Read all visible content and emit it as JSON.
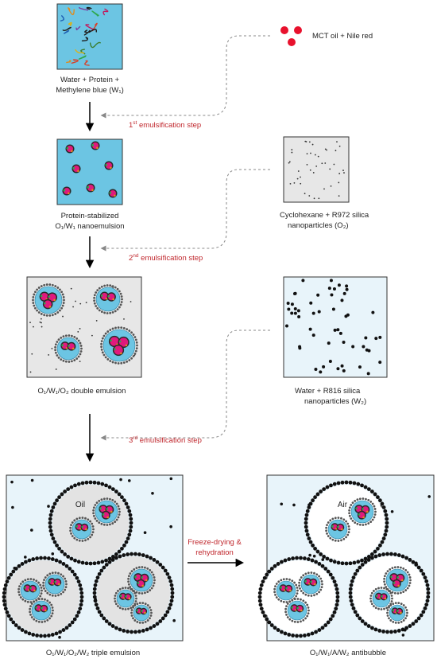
{
  "colors": {
    "water": "#6cc5e3",
    "silica_panel": "#e7e7e7",
    "triple_panel": "#e8f4fa",
    "oil_drop": "#e3e3e3",
    "oil_core": "#e0197d",
    "step_text": "#c0272d"
  },
  "panels": {
    "w1": {
      "label_line1": "Water + Protein +",
      "label_line2": "Methylene blue (W₁)"
    },
    "o1w1": {
      "label_line1": "Protein-stabilized",
      "label_line2": "O₁/W₁ nanoemulsion"
    },
    "double": {
      "label": "O₁/W₁/O₂ double emulsion"
    },
    "triple": {
      "label": "O₁/W₁/O₂/W₂ triple emulsion",
      "inner_label": "Oil"
    },
    "antibubble": {
      "label": "O₁/W₁/A/W₂ antibubble",
      "inner_label": "Air"
    }
  },
  "inputs": {
    "mct": {
      "label": "MCT oil + Nile red"
    },
    "o2": {
      "label_line1": "Cyclohexane + R972 silica",
      "label_line2": "nanoparticles (O₂)"
    },
    "w2": {
      "label_line1": "Water + R816 silica",
      "label_line2": "nanoparticles (W₂)"
    }
  },
  "steps": {
    "s1": {
      "num": "1",
      "sup": "st",
      "text": " emulsification step"
    },
    "s2": {
      "num": "2",
      "sup": "nd",
      "text": " emulsification step"
    },
    "s3": {
      "num": "3",
      "sup": "rd",
      "text": " emulsification step"
    }
  },
  "freeze": {
    "line1": "Freeze-drying &",
    "line2": "rehydration"
  }
}
